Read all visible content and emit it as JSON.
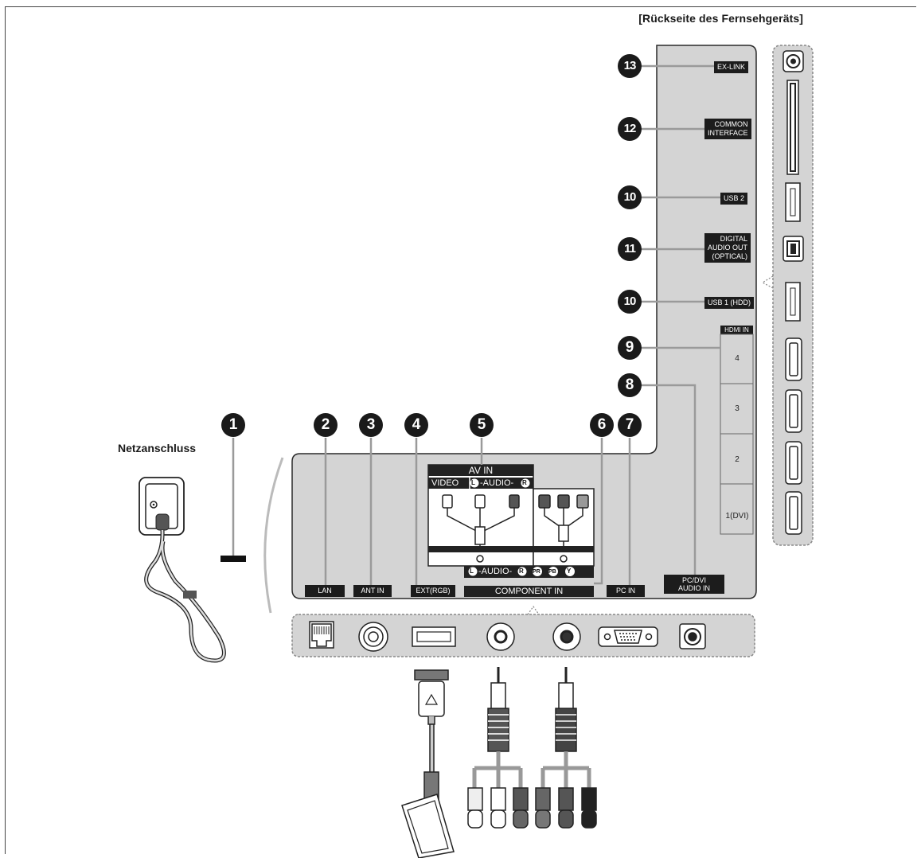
{
  "header": {
    "title": "[Rückseite des Fernsehgeräts]"
  },
  "power": {
    "title": "Netzanschluss"
  },
  "numbers": {
    "n1": "1",
    "n2": "2",
    "n3": "3",
    "n4": "4",
    "n5": "5",
    "n6": "6",
    "n7": "7",
    "n8": "8",
    "n9": "9",
    "n10a": "10",
    "n11": "11",
    "n10b": "10",
    "n12": "12",
    "n13": "13"
  },
  "side_labels": {
    "exlink": "EX-LINK",
    "common_interface": "COMMON\nINTERFACE",
    "usb2": "USB 2",
    "digital_audio_out": "DIGITAL\nAUDIO OUT\n(OPTICAL)",
    "usb1": "USB 1 (HDD)",
    "hdmi_in": "HDMI IN",
    "hdmi_ports": [
      "4",
      "3",
      "2",
      "1(DVI)"
    ]
  },
  "bottom_labels": {
    "lan": "LAN",
    "ant_in": "ANT IN",
    "ext_rgb": "EXT(RGB)",
    "av_in": "AV IN",
    "video": "VIDEO",
    "audio_lr": "-AUDIO-",
    "audio_lr2": "-AUDIO-",
    "component_in": "COMPONENT IN",
    "pc_in": "PC IN",
    "pc_dvi_audio_in": "PC/DVI\nAUDIO IN",
    "L": "L",
    "R": "R",
    "PR": "PR",
    "PB": "PB",
    "Y": "Y"
  },
  "colors": {
    "panel": "#d4d4d4",
    "label_bg": "#1c1c1c",
    "leader": "#9a9a9a",
    "outline": "#2a2a2a"
  }
}
